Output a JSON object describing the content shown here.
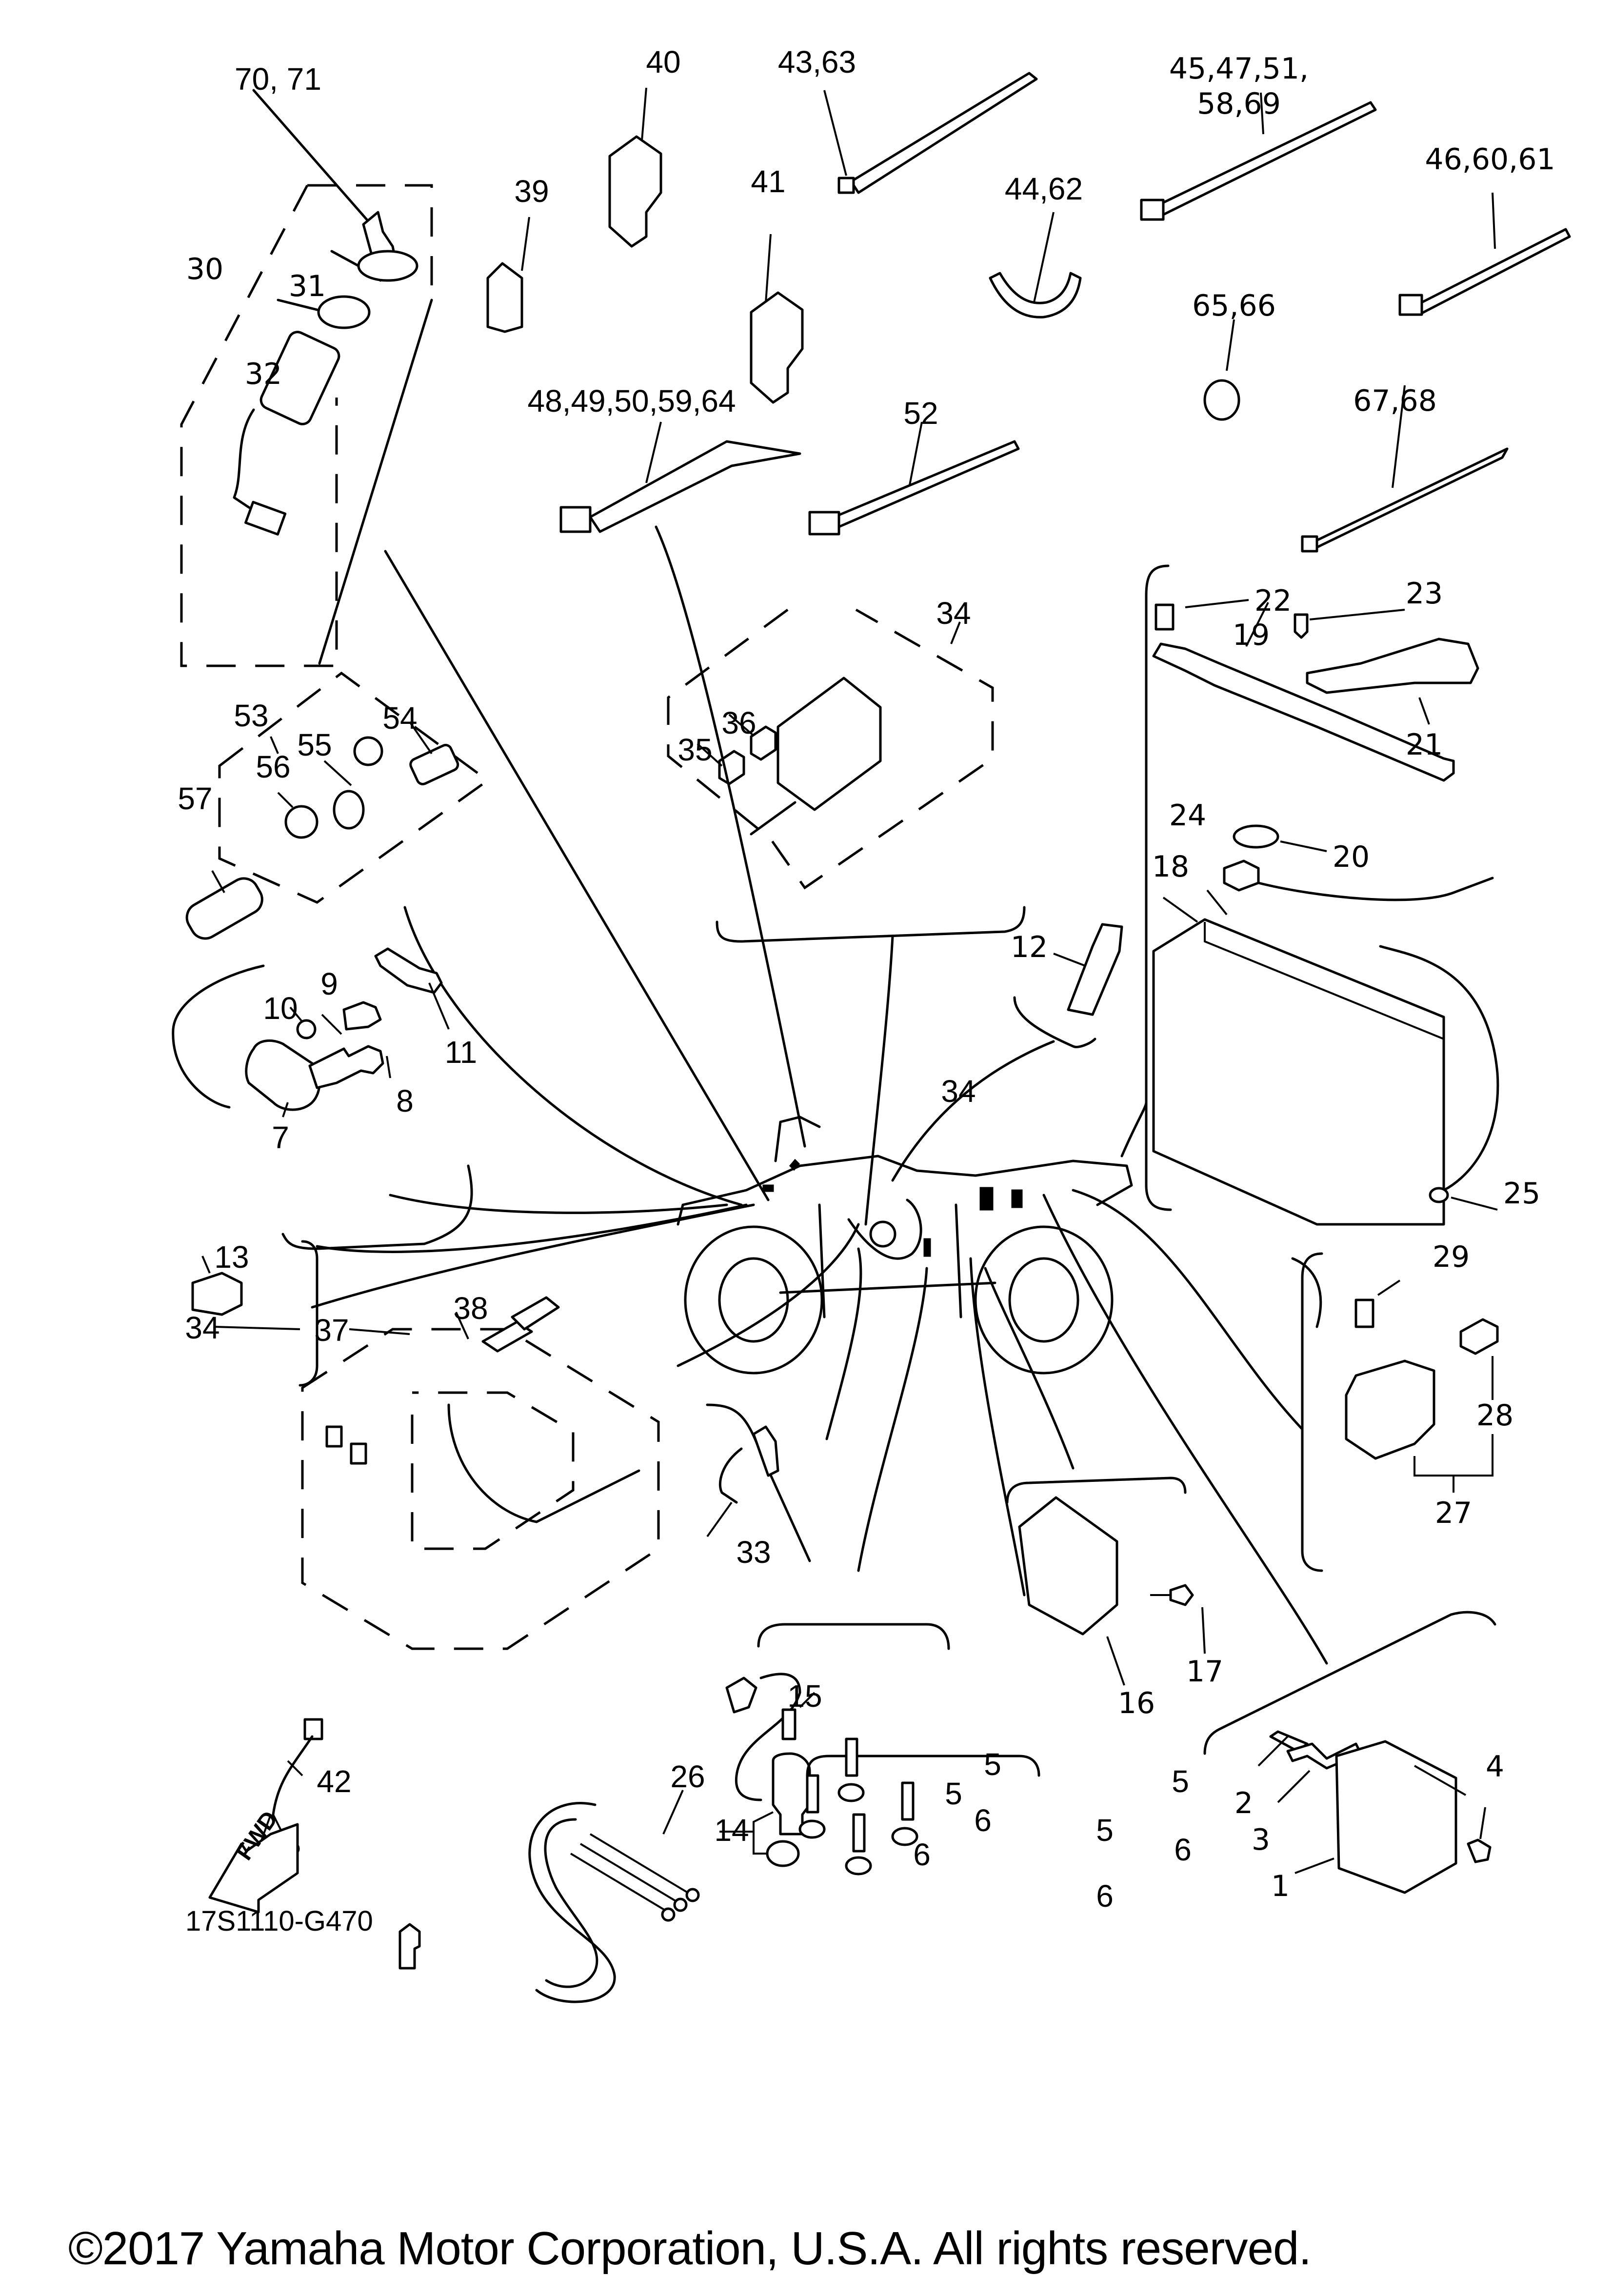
{
  "diagram": {
    "title": "Electrical parts exploded diagram (ATV)",
    "drawing_code": "17S1110-G470",
    "copyright": "©2017 Yamaha Motor Corporation, U.S.A. All rights reserved.",
    "fwd_marker": "FWD",
    "callouts": [
      {
        "id": "c-70-71",
        "text": "70, 71",
        "part": "key"
      },
      {
        "id": "c-30",
        "text": "30",
        "part": "main switch assembly"
      },
      {
        "id": "c-31",
        "text": "31",
        "part": "key cover"
      },
      {
        "id": "c-32",
        "text": "32",
        "part": "nut"
      },
      {
        "id": "c-39",
        "text": "39",
        "part": "coupler"
      },
      {
        "id": "c-40",
        "text": "40",
        "part": "relay"
      },
      {
        "id": "c-41",
        "text": "41",
        "part": "relay"
      },
      {
        "id": "c-43-63",
        "text": "43,63",
        "part": "cable tie"
      },
      {
        "id": "c-44-62",
        "text": "44,62",
        "part": "clamp"
      },
      {
        "id": "c-45-69",
        "text": "45,47,51,\n58,69",
        "part": "band"
      },
      {
        "id": "c-46-61",
        "text": "46,60,61",
        "part": "band"
      },
      {
        "id": "c-65-66",
        "text": "65,66",
        "part": "holder"
      },
      {
        "id": "c-67-68",
        "text": "67,68",
        "part": "cable tie"
      },
      {
        "id": "c-48-64",
        "text": "48,49,50,59,64",
        "part": "band"
      },
      {
        "id": "c-52",
        "text": "52",
        "part": "band"
      },
      {
        "id": "c-34-top",
        "text": "34",
        "part": "wire harness / fuse box"
      },
      {
        "id": "c-35",
        "text": "35",
        "part": "fuse"
      },
      {
        "id": "c-36",
        "text": "36",
        "part": "fuse"
      },
      {
        "id": "c-22",
        "text": "22",
        "part": "bolt"
      },
      {
        "id": "c-23",
        "text": "23",
        "part": "screw"
      },
      {
        "id": "c-19",
        "text": "19",
        "part": "battery band"
      },
      {
        "id": "c-21",
        "text": "21",
        "part": "battery cover"
      },
      {
        "id": "c-24",
        "text": "24",
        "part": "terminal cover"
      },
      {
        "id": "c-20",
        "text": "20",
        "part": "damper"
      },
      {
        "id": "c-18",
        "text": "18",
        "part": "battery"
      },
      {
        "id": "c-25",
        "text": "25",
        "part": "battery lead"
      },
      {
        "id": "c-53",
        "text": "53",
        "part": "auxiliary DC jack assembly"
      },
      {
        "id": "c-54",
        "text": "54",
        "part": "DC jack"
      },
      {
        "id": "c-55",
        "text": "55",
        "part": "cap"
      },
      {
        "id": "c-56",
        "text": "56",
        "part": "nut"
      },
      {
        "id": "c-57",
        "text": "57",
        "part": "plug"
      },
      {
        "id": "c-9",
        "text": "9",
        "part": "bolt"
      },
      {
        "id": "c-10",
        "text": "10",
        "part": "washer"
      },
      {
        "id": "c-11",
        "text": "11",
        "part": "spark plug cap"
      },
      {
        "id": "c-8",
        "text": "8",
        "part": "bolt"
      },
      {
        "id": "c-7",
        "text": "7",
        "part": "ignition coil"
      },
      {
        "id": "c-12",
        "text": "12",
        "part": "switch"
      },
      {
        "id": "c-34-mid",
        "text": "34",
        "part": "wire harness"
      },
      {
        "id": "c-13",
        "text": "13",
        "part": "thermo switch"
      },
      {
        "id": "c-34-left",
        "text": "34",
        "part": "wire harness"
      },
      {
        "id": "c-37",
        "text": "37",
        "part": "lead"
      },
      {
        "id": "c-38",
        "text": "38",
        "part": "coupler"
      },
      {
        "id": "c-33",
        "text": "33",
        "part": "switch"
      },
      {
        "id": "c-29",
        "text": "29",
        "part": "bolt"
      },
      {
        "id": "c-28",
        "text": "28",
        "part": "fuse"
      },
      {
        "id": "c-27",
        "text": "27",
        "part": "starter relay assembly"
      },
      {
        "id": "c-16",
        "text": "16",
        "part": "rectifier regulator"
      },
      {
        "id": "c-17",
        "text": "17",
        "part": "bolt"
      },
      {
        "id": "c-15",
        "text": "15",
        "part": "bolt"
      },
      {
        "id": "c-14",
        "text": "14",
        "part": "speed sensor"
      },
      {
        "id": "c-5a",
        "text": "5",
        "part": "bolt"
      },
      {
        "id": "c-5b",
        "text": "5",
        "part": "bolt"
      },
      {
        "id": "c-5c",
        "text": "5",
        "part": "bolt"
      },
      {
        "id": "c-5d",
        "text": "5",
        "part": "bolt"
      },
      {
        "id": "c-6a",
        "text": "6",
        "part": "washer"
      },
      {
        "id": "c-6b",
        "text": "6",
        "part": "washer"
      },
      {
        "id": "c-6c",
        "text": "6",
        "part": "washer"
      },
      {
        "id": "c-6d",
        "text": "6",
        "part": "washer"
      },
      {
        "id": "c-2",
        "text": "2",
        "part": "screw"
      },
      {
        "id": "c-3",
        "text": "3",
        "part": "bracket"
      },
      {
        "id": "c-4",
        "text": "4",
        "part": "bolt"
      },
      {
        "id": "c-1",
        "text": "1",
        "part": "ECU"
      },
      {
        "id": "c-42",
        "text": "42",
        "part": "lead"
      },
      {
        "id": "c-26",
        "text": "26",
        "part": "wire harness sub"
      }
    ]
  }
}
